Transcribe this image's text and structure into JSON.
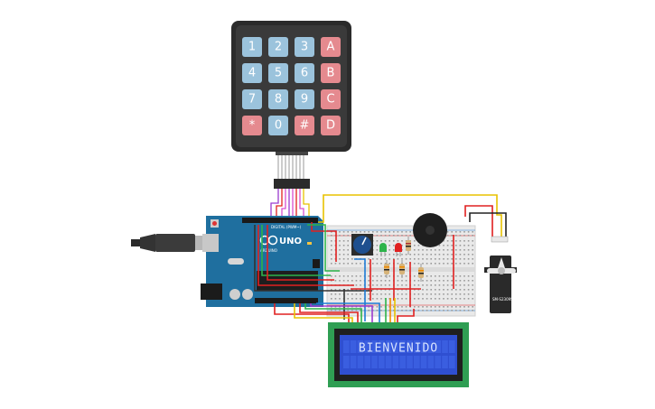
{
  "keypad": {
    "keys": [
      [
        "1",
        "2",
        "3",
        "A"
      ],
      [
        "4",
        "5",
        "6",
        "B"
      ],
      [
        "7",
        "8",
        "9",
        "C"
      ],
      [
        "*",
        "0",
        "#",
        "D"
      ]
    ]
  },
  "arduino": {
    "model_label": "UNO",
    "brand_label": "ARDUINO",
    "digital_label": "DIGITAL (PWM~)"
  },
  "lcd": {
    "text": "BIENVENIDO"
  },
  "servo": {
    "model_label": "SM-S2309S"
  },
  "colors": {
    "keypad_body": "#2b2b2b",
    "key_blue": "#9bc3dc",
    "key_red": "#e58a8f",
    "arduino_board": "#1f6f9f",
    "breadboard": "#e9e9e9",
    "lcd_board": "#2f9e53",
    "lcd_screen": "#2f4fd1",
    "wire_yellow": "#e8c200",
    "wire_red": "#e02020",
    "wire_black": "#222222",
    "wire_green": "#2db34a",
    "wire_blue": "#1e7bd6",
    "wire_purple": "#9b3bd0",
    "wire_orange": "#f08a00"
  }
}
